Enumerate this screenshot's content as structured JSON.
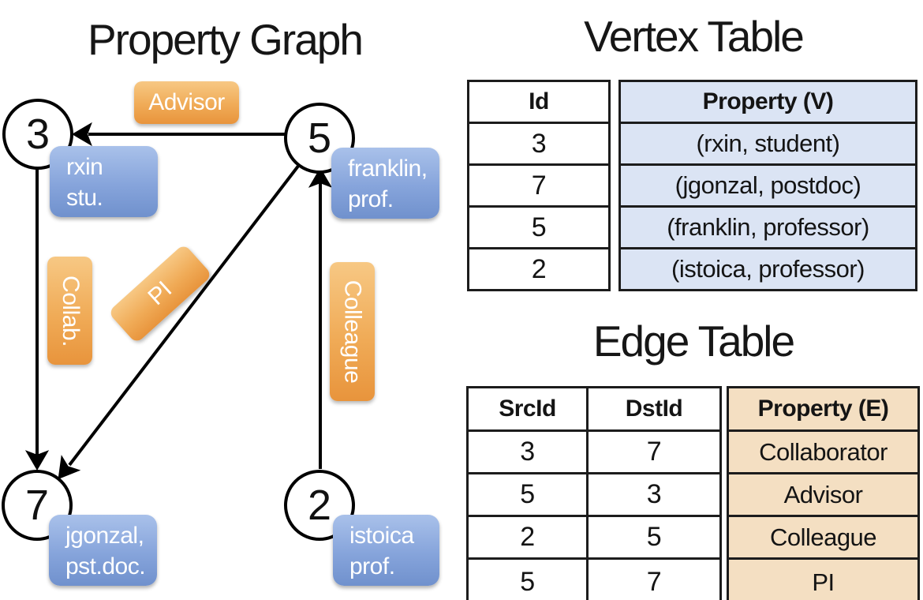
{
  "graph": {
    "title": "Property Graph",
    "nodes": [
      {
        "id": "3",
        "line1": "rxin",
        "line2": "stu."
      },
      {
        "id": "5",
        "line1": "franklin,",
        "line2": "prof."
      },
      {
        "id": "7",
        "line1": "jgonzal,",
        "line2": "pst.doc."
      },
      {
        "id": "2",
        "line1": "istoica",
        "line2": "prof."
      }
    ],
    "edges": [
      {
        "label": "Advisor",
        "from": "5",
        "to": "3"
      },
      {
        "label": "Collab.",
        "from": "3",
        "to": "7"
      },
      {
        "label": "PI",
        "from": "5",
        "to": "7"
      },
      {
        "label": "Colleague",
        "from": "2",
        "to": "5"
      }
    ]
  },
  "vertex_table": {
    "title": "Vertex Table",
    "headers": {
      "id": "Id",
      "property": "Property (V)"
    },
    "rows": [
      {
        "id": "3",
        "property": "(rxin, student)"
      },
      {
        "id": "7",
        "property": "(jgonzal, postdoc)"
      },
      {
        "id": "5",
        "property": "(franklin, professor)"
      },
      {
        "id": "2",
        "property": "(istoica, professor)"
      }
    ]
  },
  "edge_table": {
    "title": "Edge Table",
    "headers": {
      "src": "SrcId",
      "dst": "DstId",
      "property": "Property (E)"
    },
    "rows": [
      {
        "src": "3",
        "dst": "7",
        "property": "Collaborator"
      },
      {
        "src": "5",
        "dst": "3",
        "property": "Advisor"
      },
      {
        "src": "2",
        "dst": "5",
        "property": "Colleague"
      },
      {
        "src": "5",
        "dst": "7",
        "property": "PI"
      }
    ]
  },
  "colors": {
    "node_label_blue_top": "#a9c1ea",
    "node_label_blue_bottom": "#7091cd",
    "edge_label_orange_top": "#f7c884",
    "edge_label_orange_bottom": "#e8943c",
    "vertex_property_fill": "#dbe4f4",
    "edge_property_fill": "#f4dfc2",
    "table_border": "#1c1c1c",
    "edge_line": "#000000"
  }
}
